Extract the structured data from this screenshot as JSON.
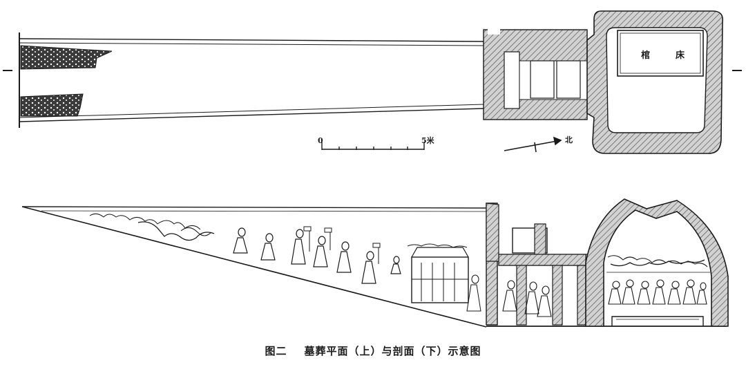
{
  "plan": {
    "coffin_bed_label_1": "棺",
    "coffin_bed_label_2": "床",
    "north_label": "北"
  },
  "scale_bar": {
    "start_label": "0",
    "end_label": "5米"
  },
  "caption": {
    "figure_number": "图二",
    "title": "墓葬平面（上）与剖面（下）示意图"
  },
  "colors": {
    "ink": "#1a1a1a",
    "wall_fill": "#c9c9c9"
  }
}
